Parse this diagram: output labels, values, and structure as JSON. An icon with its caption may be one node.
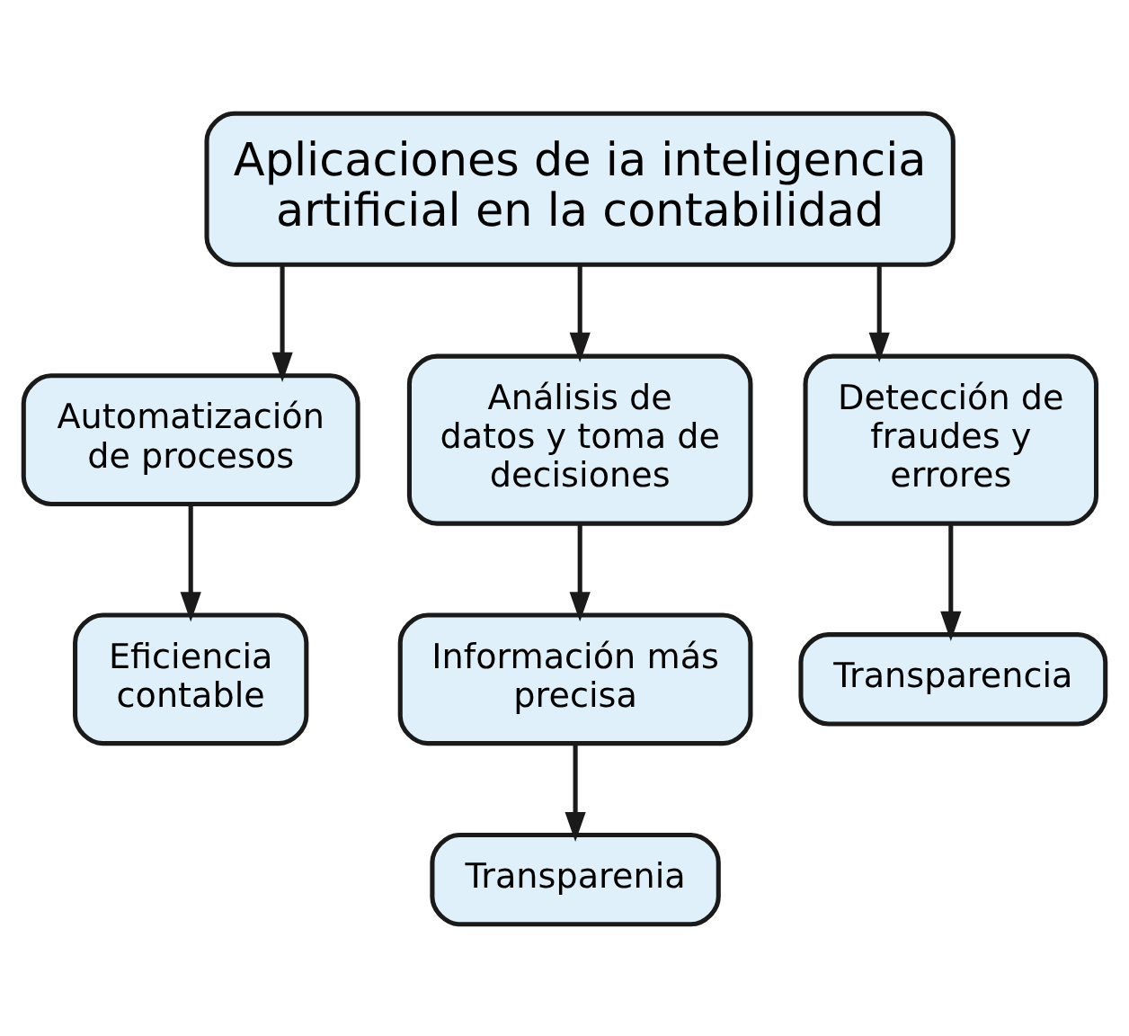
{
  "diagram": {
    "nodes": [
      {
        "text": [
          "Aplicaciones de ia inteligencia artificial en la contabilidad"
        ]
      },
      {
        "text": [
          "Automatización de procesos"
        ]
      },
      {
        "text": [
          "Análisis de datos y toma de decisiones"
        ]
      },
      {
        "text": [
          "Detección de fraudes y errores"
        ]
      },
      {
        "text": [
          "Eficiencia contable"
        ]
      },
      {
        "text": [
          "Información más precisa"
        ]
      },
      {
        "text": [
          "Transparencia"
        ]
      },
      {
        "text": [
          "Transparenia"
        ]
      }
    ],
    "edges": [
      {
        "from": 0,
        "to": 1,
        "arrow": "to"
      },
      {
        "from": 0,
        "to": 2,
        "arrow": "to"
      },
      {
        "from": 0,
        "to": 3,
        "arrow": "to"
      },
      {
        "from": 1,
        "to": 4,
        "arrow": "to"
      },
      {
        "from": 2,
        "to": 5,
        "arrow": "to"
      },
      {
        "from": 3,
        "to": 6,
        "arrow": "to"
      },
      {
        "from": 5,
        "to": 7,
        "arrow": "to"
      }
    ]
  }
}
